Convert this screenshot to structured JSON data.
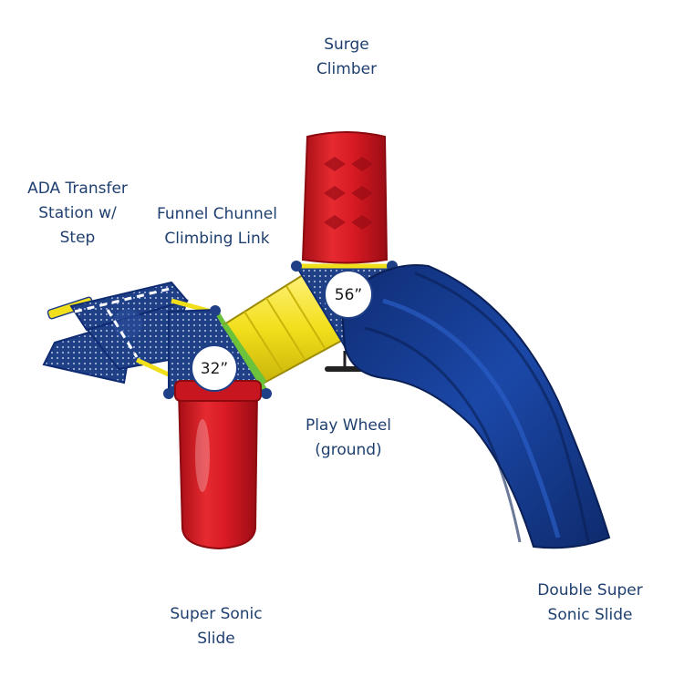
{
  "labels": {
    "surge_climber": "Surge\nClimber",
    "ada_transfer": "ADA Transfer\nStation w/\nStep",
    "funnel_chunnel": "Funnel Chunnel\nClimbing Link",
    "play_wheel": "Play Wheel\n(ground)",
    "super_sonic_slide": "Super Sonic\nSlide",
    "double_super_sonic_slide": "Double Super\nSonic Slide"
  },
  "deck_heights": {
    "left_deck": "32”",
    "right_deck": "56”"
  },
  "colors": {
    "red": "#d81a24",
    "blue": "#163a8c",
    "yellow": "#f2df1c",
    "green": "#6cc23a",
    "label": "#1f3f6f"
  }
}
